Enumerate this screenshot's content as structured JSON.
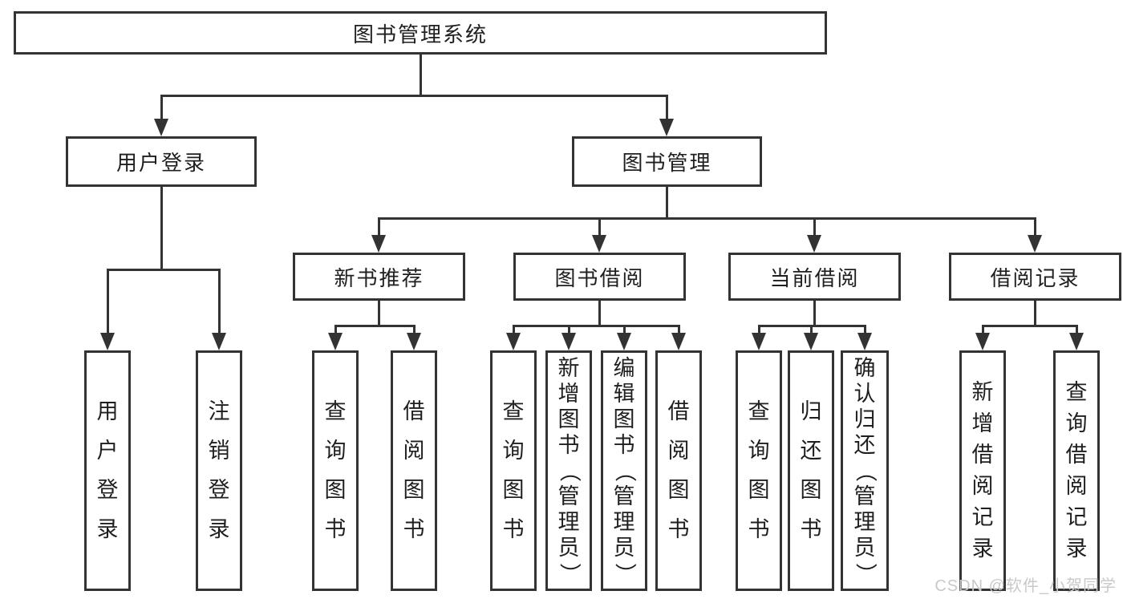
{
  "diagram": {
    "title": "图书管理系统",
    "level2": [
      {
        "label": "用户登录"
      },
      {
        "label": "图书管理"
      }
    ],
    "level3": [
      {
        "label": "新书推荐",
        "parent": "图书管理"
      },
      {
        "label": "图书借阅",
        "parent": "图书管理"
      },
      {
        "label": "当前借阅",
        "parent": "图书管理"
      },
      {
        "label": "借阅记录",
        "parent": "图书管理"
      }
    ],
    "leaves": [
      {
        "label": "用户登录",
        "parent": "用户登录"
      },
      {
        "label": "注销登录",
        "parent": "用户登录"
      },
      {
        "label": "查询图书",
        "parent": "新书推荐"
      },
      {
        "label": "借阅图书",
        "parent": "新书推荐"
      },
      {
        "label": "查询图书",
        "parent": "图书借阅"
      },
      {
        "label": "新增图书（管理员）",
        "parent": "图书借阅"
      },
      {
        "label": "编辑图书（管理员）",
        "parent": "图书借阅"
      },
      {
        "label": "借阅图书",
        "parent": "图书借阅"
      },
      {
        "label": "查询图书",
        "parent": "当前借阅"
      },
      {
        "label": "归还图书",
        "parent": "当前借阅"
      },
      {
        "label": "确认归还（管理员）",
        "parent": "当前借阅"
      },
      {
        "label": "新增借阅记录",
        "parent": "借阅记录"
      },
      {
        "label": "查询借阅记录",
        "parent": "借阅记录"
      }
    ]
  },
  "watermark": {
    "text": "CSDN @软件_小贺同学",
    "color": "#c9c9c9"
  },
  "colors": {
    "line": "#333333",
    "text": "#1f1f1f",
    "background": "#ffffff"
  }
}
